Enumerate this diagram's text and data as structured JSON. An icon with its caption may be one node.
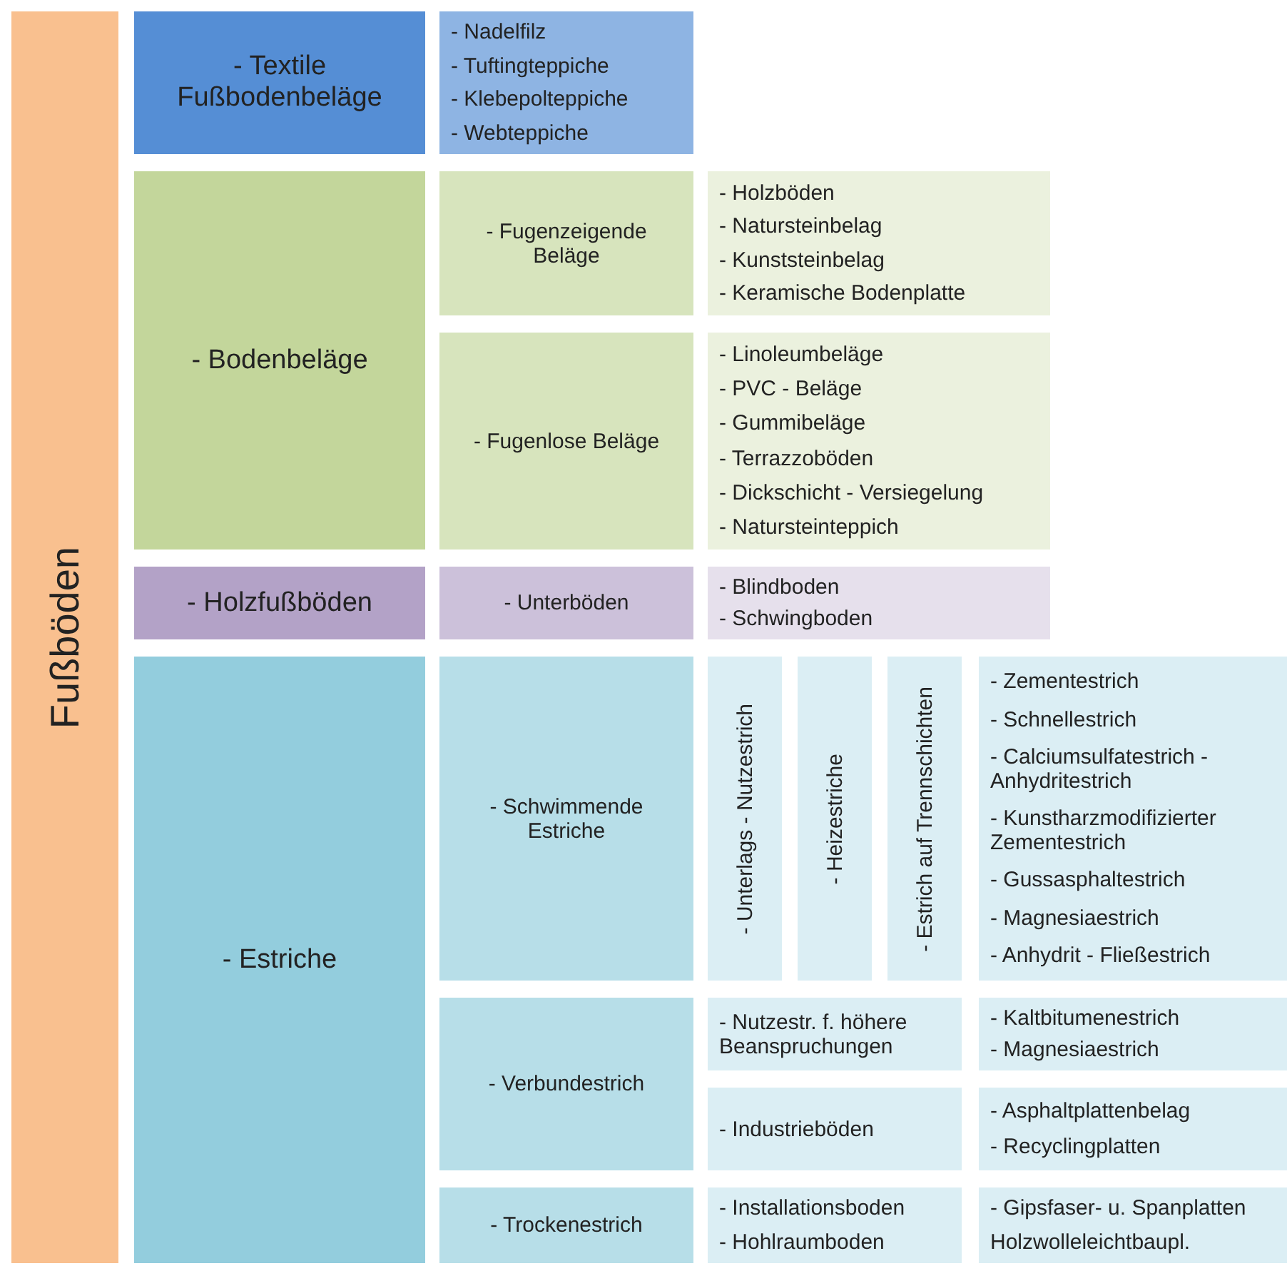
{
  "diagram": {
    "nodes": [
      {
        "text": [
          "Fußböden"
        ]
      },
      {
        "text": [
          "- Textile Fußbodenbeläge"
        ]
      },
      {
        "text": [
          "- Nadelfilz",
          "- Tuftingteppiche",
          "- Klebepolteppiche",
          "- Webteppiche"
        ]
      },
      {
        "text": [
          "- Bodenbeläge"
        ]
      },
      {
        "text": [
          "- Fugenzeigende Beläge"
        ]
      },
      {
        "text": [
          "- Holzböden",
          "- Natursteinbelag",
          "- Kunststeinbelag",
          "- Keramische Bodenplatte"
        ]
      },
      {
        "text": [
          "- Fugenlose Beläge"
        ]
      },
      {
        "text": [
          "- Linoleumbeläge",
          "- PVC - Beläge",
          "- Gummibeläge",
          "- Terrazzoböden",
          "- Dickschicht - Versiegelung",
          "- Natursteinteppich"
        ]
      },
      {
        "text": [
          "- Holzfußböden"
        ]
      },
      {
        "text": [
          "- Unterböden"
        ]
      },
      {
        "text": [
          "- Blindboden",
          "- Schwingboden"
        ]
      },
      {
        "text": [
          "- Estriche"
        ]
      },
      {
        "text": [
          "- Schwimmende Estriche"
        ]
      },
      {
        "text": [
          "- Unterlags - Nutzestrich"
        ]
      },
      {
        "text": [
          "- Heizestriche"
        ]
      },
      {
        "text": [
          "- Estrich auf Trennschichten"
        ]
      },
      {
        "text": [
          "- Zementestrich",
          "- Schnellestrich",
          "- Calciumsulfatestrich - Anhydritestrich",
          "- Kunstharzmodifizierter Zementestrich",
          "- Gussasphaltestrich",
          "- Magnesiaestrich",
          "- Anhydrit - Fließestrich"
        ]
      },
      {
        "text": [
          "- Verbundestrich"
        ]
      },
      {
        "text": [
          "- Nutzestr. f. höhere Beanspruchungen"
        ]
      },
      {
        "text": [
          "- Kaltbitumenestrich",
          "- Magnesiaestrich"
        ]
      },
      {
        "text": [
          "- Industrieböden"
        ]
      },
      {
        "text": [
          "- Asphaltplattenbelag",
          "- Recyclingplatten"
        ]
      },
      {
        "text": [
          "- Trockenestrich"
        ]
      },
      {
        "text": [
          "- Installationsboden",
          "- Hohlraumboden"
        ]
      },
      {
        "text": [
          "- Gipsfaser- u. Spanplatten",
          "Holzwolleleichtbaupl."
        ]
      }
    ]
  }
}
